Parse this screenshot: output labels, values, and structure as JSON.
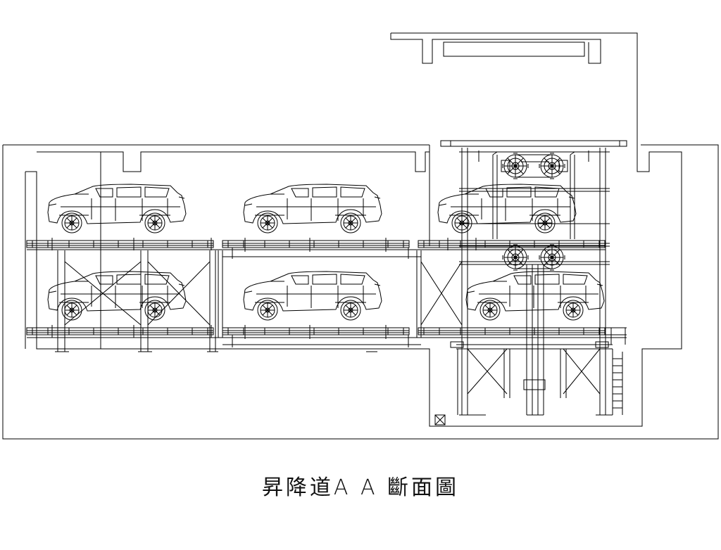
{
  "caption": "昇降道A A 斷面圖",
  "colors": {
    "line": "#000000",
    "background": "#ffffff"
  },
  "parking": {
    "levels": 2,
    "bays_per_level": 3,
    "vehicle": "suv-icon",
    "vehicles_parked": 6
  },
  "lift": {
    "position": "right",
    "drive": "sprocket-drive-icon",
    "sprockets": 4
  }
}
